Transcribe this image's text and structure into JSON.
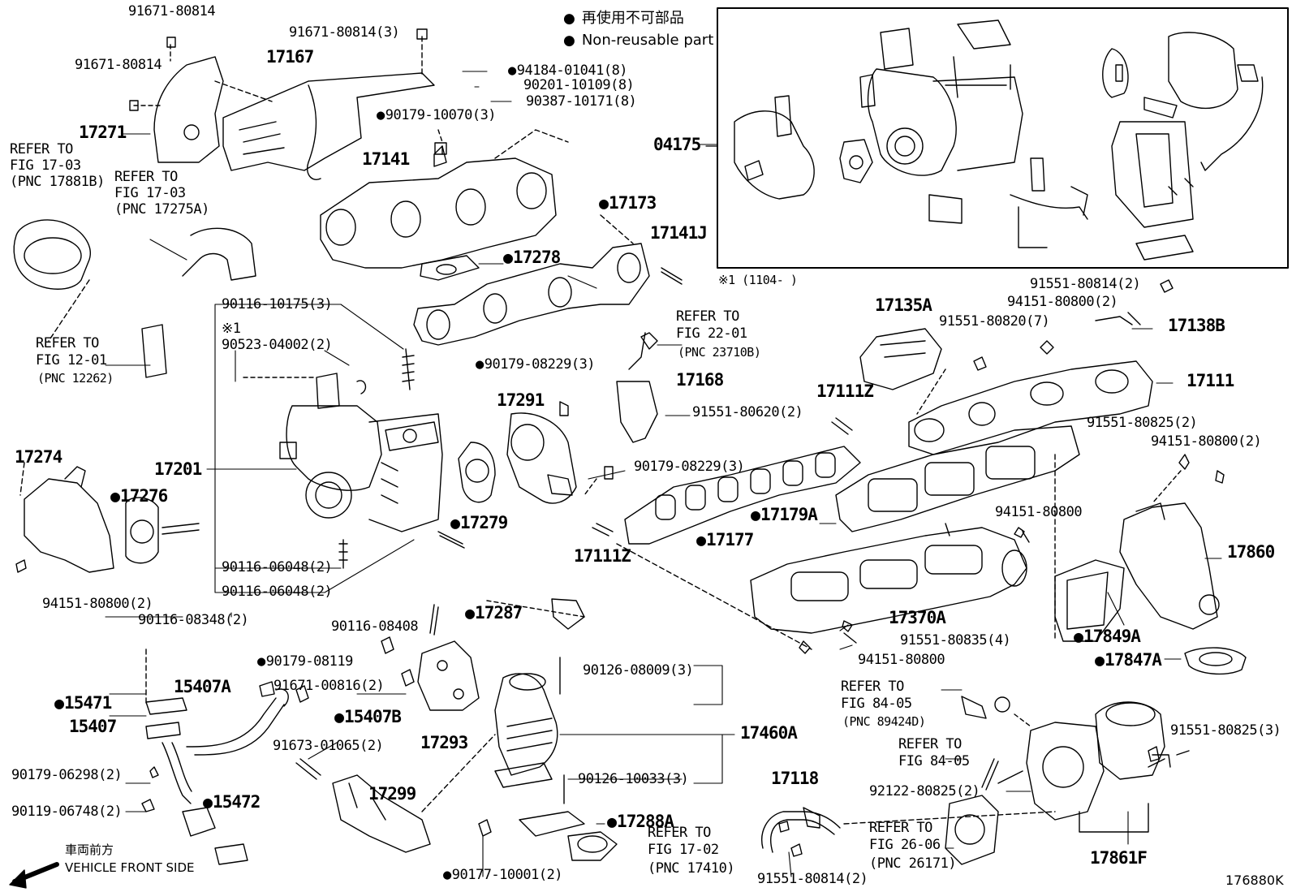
{
  "legend": {
    "non_reusable_jp": "再使用不可部品",
    "non_reusable_en": "Non-reusable part"
  },
  "figure_code": "176880K",
  "direction": {
    "jp": "車両前方",
    "en": "VEHICLE FRONT SIDE"
  },
  "inset": {
    "part": "04175",
    "note": "※1 (1104-     )"
  },
  "parts": {
    "p91671_80814_a": "91671-80814",
    "p91671_80814_b": "91671-80814",
    "p91671_80814_3": "91671-80814(3)",
    "p17167": "17167",
    "p17271": "17271",
    "p94184_01041": "94184-01041(8)",
    "p90201_10109": "90201-10109(8)",
    "p90387_10171": "90387-10171(8)",
    "p90179_10070": "90179-10070(3)",
    "p17141": "17141",
    "p17173": "17173",
    "p17141J": "17141J",
    "p17278": "17278",
    "p90116_10175": "90116-10175(3)",
    "p90523_04002": "90523-04002(2)",
    "p90179_08229_a": "90179-08229(3)",
    "p17168": "17168",
    "p17291": "17291",
    "p91551_80620": "91551-80620(2)",
    "p90179_08229_b": "90179-08229(3)",
    "p17111Z_a": "17111Z",
    "p17201": "17201",
    "p17274": "17274",
    "p17276": "17276",
    "p17279": "17279",
    "p17177": "17177",
    "p17179A": "17179A",
    "p17111Z_b": "17111Z",
    "p90116_06048_a": "90116-06048(2)",
    "p90116_06048_b": "90116-06048(2)",
    "p94151_80800_2": "94151-80800(2)",
    "p90116_08348": "90116-08348(2)",
    "p90116_08408": "90116-08408",
    "p17287": "17287",
    "p90179_08119": "90179-08119",
    "p15407A": "15407A",
    "p91671_00816": "91671-00816(2)",
    "p15471": "15471",
    "p15407B": "15407B",
    "p15407": "15407",
    "p17293": "17293",
    "p90126_08009": "90126-08009(3)",
    "p17460A": "17460A",
    "p91673_01065": "91673-01065(2)",
    "p90179_06298": "90179-06298(2)",
    "p90126_10033": "90126-10033(3)",
    "p17299": "17299",
    "p15472": "15472",
    "p90119_06748": "90119-06748(2)",
    "p17288A": "17288A",
    "p90177_10001": "90177-10001(2)",
    "p17135A": "17135A",
    "p91551_80820": "91551-80820(7)",
    "p91551_80814_top": "91551-80814(2)",
    "p94151_80800_top": "94151-80800(2)",
    "p17138B": "17138B",
    "p17111": "17111",
    "p91551_80825_a": "91551-80825(2)",
    "p94151_80800_r": "94151-80800(2)",
    "p94151_80800_c": "94151-80800",
    "p17860": "17860",
    "p17370A": "17370A",
    "p17849A": "17849A",
    "p91551_80835": "91551-80835(4)",
    "p94151_80800_d": "94151-80800",
    "p17847A": "17847A",
    "p91551_80825_3": "91551-80825(3)",
    "p92122_80825": "92122-80825(2)",
    "p17118": "17118",
    "p17861F": "17861F",
    "p91551_80814_bot": "91551-80814(2)"
  },
  "refs": {
    "r1_a": "REFER TO",
    "r1_b": "FIG 17-03",
    "r1_c": "(PNC 17881B)",
    "r2_a": "REFER TO",
    "r2_b": "FIG 17-03",
    "r2_c": "(PNC 17275A)",
    "r3_a": "REFER TO",
    "r3_b": "FIG 12-01",
    "r3_c": "(PNC 12262)",
    "r4_a": "REFER TO",
    "r4_b": "FIG 22-01",
    "r4_c": "(PNC 23710B)",
    "r5_a": "REFER TO",
    "r5_b": "FIG 17-02",
    "r5_c": "(PNC 17410)",
    "r6_a": "REFER TO",
    "r6_b": "FIG 84-05",
    "r6_c": "(PNC 89424D)",
    "r7_a": "REFER TO",
    "r7_b": "FIG 84-05",
    "r8_a": "REFER TO",
    "r8_b": "FIG 26-06",
    "r8_c": "(PNC 26171)"
  },
  "note_mark": "※1"
}
